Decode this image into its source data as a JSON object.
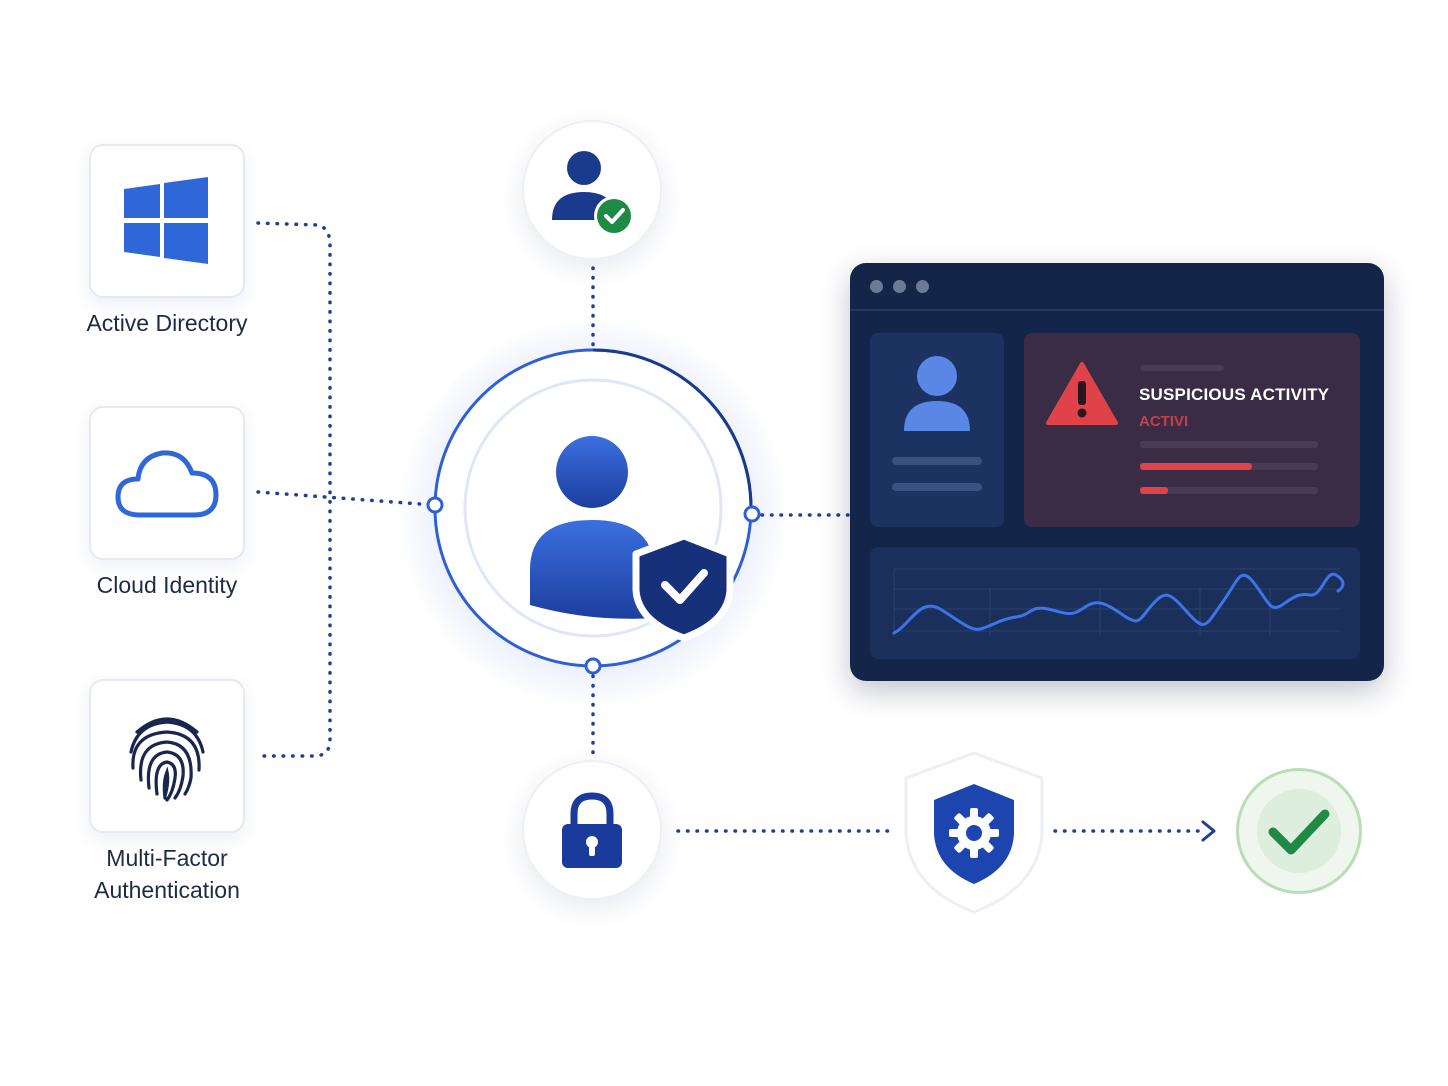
{
  "sources": [
    {
      "label": "Active Directory",
      "icon": "windows-icon"
    },
    {
      "label": "Cloud Identity",
      "icon": "cloud-icon"
    },
    {
      "label": "Multi-Factor Authentication",
      "label_lines": [
        "Multi-Factor",
        "Authentication"
      ],
      "icon": "fingerprint-icon"
    }
  ],
  "dashboard": {
    "alert_title": "SUSPICIOUS ACTIVITY",
    "alert_subtitle": "ACTIVI",
    "alert_icon": "warning-icon",
    "profile_icon": "user-icon",
    "chart_icon": "line-chart-icon"
  },
  "nodes": {
    "verified_user": "user-check-icon",
    "central_identity": "user-shield-icon",
    "lock": "lock-icon",
    "policy": "shield-gear-icon",
    "success": "check-icon"
  },
  "colors": {
    "primary": "#2f5fd6",
    "navy": "#1a3a8c",
    "panel_bg": "#14254a",
    "alert_red": "#e0424a",
    "success_green": "#1f8a45",
    "success_bg": "#e3f2e3"
  }
}
